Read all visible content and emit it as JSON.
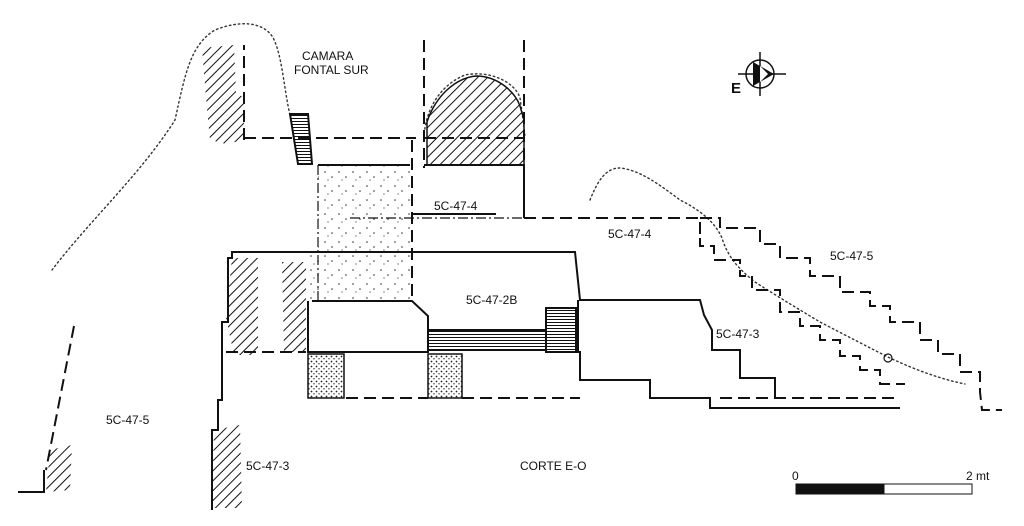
{
  "labels": {
    "camara_line1": "CAMARA",
    "camara_line2": "FONTAL SUR",
    "unit_4_upper": "5C-47-4",
    "unit_4_right": "5C-47-4",
    "unit_5_right": "5C-47-5",
    "unit_2b": "5C-47-2B",
    "unit_3_right": "5C-47-3",
    "unit_5_left": "5C-47-5",
    "unit_3_bottom": "5C-47-3",
    "section_title": "CORTE E-O"
  },
  "compass": {
    "letter": "E",
    "icon": "north-arrow-icon"
  },
  "scale_bar": {
    "start": "0",
    "end": "2 mt"
  },
  "colors": {
    "ink": "#111111",
    "paper": "#ffffff"
  }
}
